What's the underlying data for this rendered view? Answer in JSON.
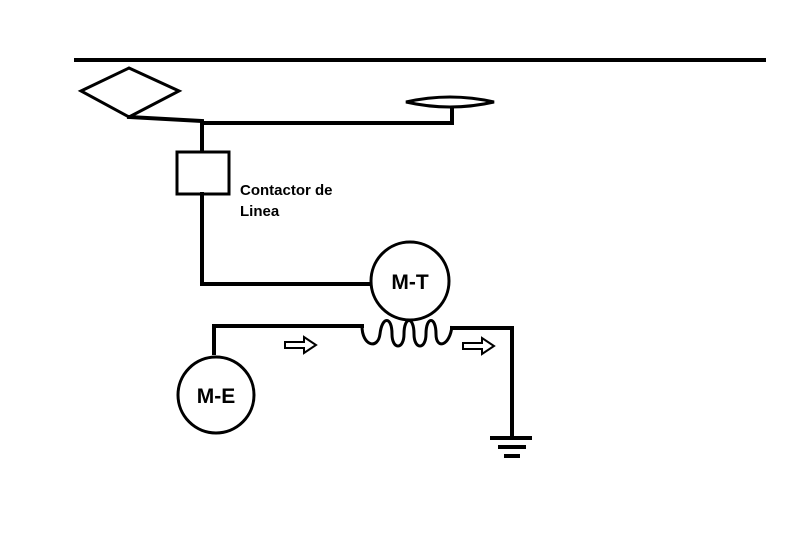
{
  "diagram": {
    "contactor": {
      "label_line1": "Contactor de",
      "label_line2": "Linea"
    },
    "motor_traction": {
      "label": "M-T"
    },
    "motor_excitation": {
      "label": "M-E"
    }
  }
}
